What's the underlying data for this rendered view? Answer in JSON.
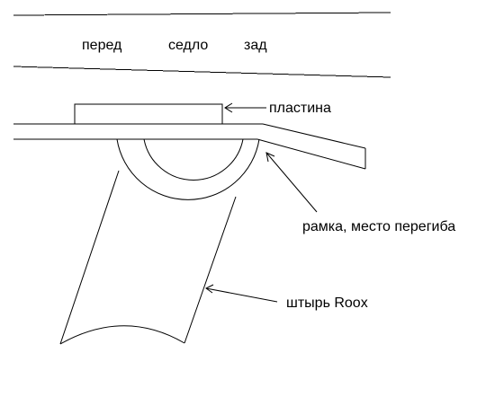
{
  "labels": {
    "front": "перед",
    "saddle": "седло",
    "rear": "зад",
    "plate": "пластина",
    "frame_bend": "рамка, место перегиба",
    "pin": "штырь Roox"
  },
  "colors": {
    "background": "#ffffff",
    "stroke": "#000000",
    "text": "#000000"
  }
}
